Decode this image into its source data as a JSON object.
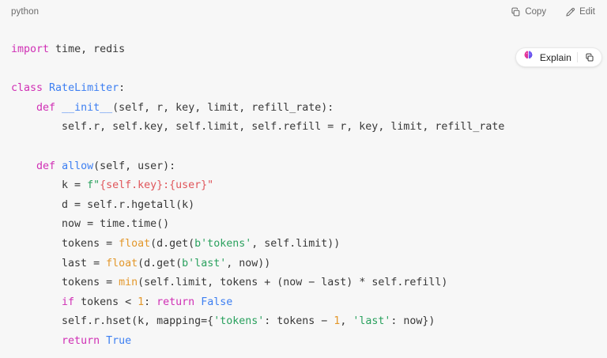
{
  "header": {
    "language_label": "python",
    "copy_label": "Copy",
    "edit_label": "Edit",
    "copy_icon": "copy-icon",
    "edit_icon": "pencil-icon"
  },
  "explain_widget": {
    "label": "Explain",
    "brain_icon": "brain-icon",
    "copy_icon": "copy-icon",
    "colors": {
      "brain_left": "#e8449b",
      "brain_right": "#6d5dfc",
      "pill_background": "#ffffff",
      "pill_border": "#e8e8e8"
    }
  },
  "theme": {
    "background": "#f7f7f7",
    "text": "#383838",
    "keyword": "#d030b5",
    "name": "#3d7ff2",
    "builtin": "#e3972a",
    "string": "#2aa15e",
    "fstring_interp": "#e0565b",
    "number": "#e3972a",
    "constant": "#3d7ff2"
  },
  "code": {
    "language": "python",
    "lines": [
      [
        {
          "t": "import",
          "c": "kw"
        },
        {
          "t": " time, redis",
          "c": "plain"
        }
      ],
      [],
      [
        {
          "t": "class",
          "c": "kw"
        },
        {
          "t": " ",
          "c": "plain"
        },
        {
          "t": "RateLimiter",
          "c": "name"
        },
        {
          "t": ":",
          "c": "plain"
        }
      ],
      [
        {
          "t": "    ",
          "c": "plain"
        },
        {
          "t": "def",
          "c": "kw"
        },
        {
          "t": " ",
          "c": "plain"
        },
        {
          "t": "__init__",
          "c": "fn"
        },
        {
          "t": "(self, r, key, limit, refill_rate):",
          "c": "plain"
        }
      ],
      [
        {
          "t": "        self.r, self.key, self.limit, self.refill = r, key, limit, refill_rate",
          "c": "plain"
        }
      ],
      [],
      [
        {
          "t": "    ",
          "c": "plain"
        },
        {
          "t": "def",
          "c": "kw"
        },
        {
          "t": " ",
          "c": "plain"
        },
        {
          "t": "allow",
          "c": "fn"
        },
        {
          "t": "(self, user):",
          "c": "plain"
        }
      ],
      [
        {
          "t": "        k = ",
          "c": "plain"
        },
        {
          "t": "f\"",
          "c": "str"
        },
        {
          "t": "{self.key}:{user}\"",
          "c": "fstr"
        }
      ],
      [
        {
          "t": "        d = self.r.hgetall(k)",
          "c": "plain"
        }
      ],
      [
        {
          "t": "        now = time.time()",
          "c": "plain"
        }
      ],
      [
        {
          "t": "        tokens = ",
          "c": "plain"
        },
        {
          "t": "float",
          "c": "bi"
        },
        {
          "t": "(d.get(",
          "c": "plain"
        },
        {
          "t": "b'tokens'",
          "c": "str"
        },
        {
          "t": ", self.limit))",
          "c": "plain"
        }
      ],
      [
        {
          "t": "        last = ",
          "c": "plain"
        },
        {
          "t": "float",
          "c": "bi"
        },
        {
          "t": "(d.get(",
          "c": "plain"
        },
        {
          "t": "b'last'",
          "c": "str"
        },
        {
          "t": ", now))",
          "c": "plain"
        }
      ],
      [
        {
          "t": "        tokens = ",
          "c": "plain"
        },
        {
          "t": "min",
          "c": "bi"
        },
        {
          "t": "(self.limit, tokens + (now − last) * self.refill)",
          "c": "plain"
        }
      ],
      [
        {
          "t": "        ",
          "c": "plain"
        },
        {
          "t": "if",
          "c": "kw"
        },
        {
          "t": " tokens < ",
          "c": "plain"
        },
        {
          "t": "1",
          "c": "num"
        },
        {
          "t": ": ",
          "c": "plain"
        },
        {
          "t": "return",
          "c": "kw"
        },
        {
          "t": " ",
          "c": "plain"
        },
        {
          "t": "False",
          "c": "const"
        }
      ],
      [
        {
          "t": "        self.r.hset(k, mapping={",
          "c": "plain"
        },
        {
          "t": "'tokens'",
          "c": "str"
        },
        {
          "t": ": tokens − ",
          "c": "plain"
        },
        {
          "t": "1",
          "c": "num"
        },
        {
          "t": ", ",
          "c": "plain"
        },
        {
          "t": "'last'",
          "c": "str"
        },
        {
          "t": ": now})",
          "c": "plain"
        }
      ],
      [
        {
          "t": "        ",
          "c": "plain"
        },
        {
          "t": "return",
          "c": "kw"
        },
        {
          "t": " ",
          "c": "plain"
        },
        {
          "t": "True",
          "c": "const"
        }
      ]
    ]
  }
}
